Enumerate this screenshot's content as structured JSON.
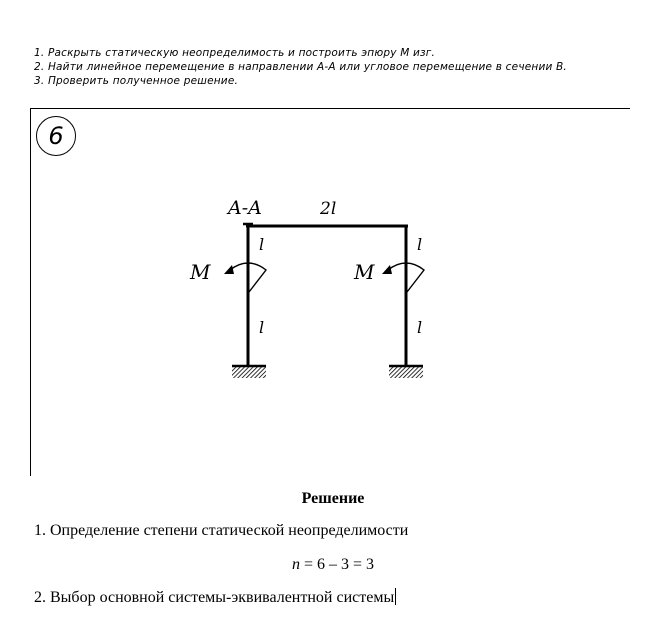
{
  "tasks": [
    "1.  Раскрыть статическую неопределимость и построить эпюру M изг.",
    "2.  Найти линейное перемещение в направлении A-A  или угловое перемещение в сечении B.",
    "3.  Проверить полученное решение."
  ],
  "variant_number": "6",
  "frame": {
    "section_label": "A-A",
    "beam_length": "2l",
    "segment_length": "l",
    "moment_label": "M"
  },
  "solution": {
    "heading": "Решение",
    "step1": "1. Определение степени статической неопределимости",
    "formula": {
      "n": "n",
      "expr": " = 6 – 3 = 3"
    },
    "step2": "2. Выбор основной системы-эквивалентной системы"
  }
}
